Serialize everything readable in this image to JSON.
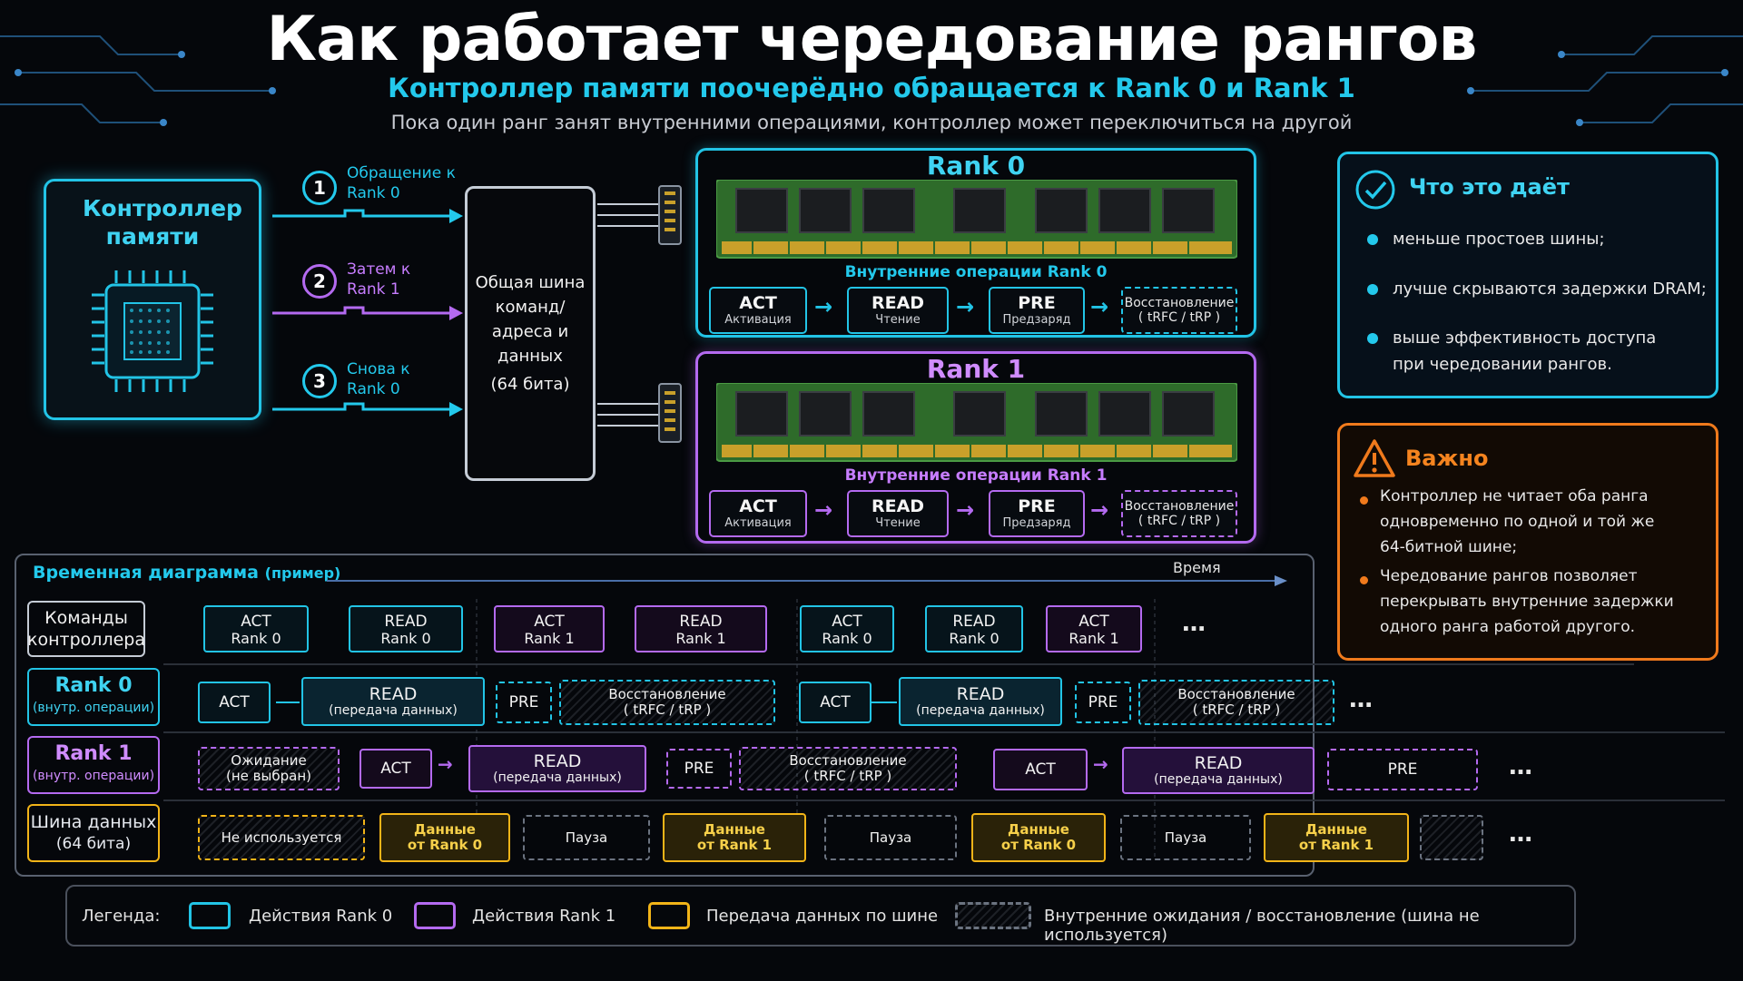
{
  "header": {
    "title": "Как работает чередование рангов",
    "subtitle": "Контроллер памяти поочерёдно обращается к Rank 0 и Rank 1",
    "tagline": "Пока один ранг занят внутренними операциями, контроллер может переключиться на другой"
  },
  "controller": {
    "label": "Контроллер памяти",
    "icon": "chip-icon"
  },
  "steps": [
    {
      "num": "1",
      "label": "Обращение к Rank 0",
      "color": "#23c9ec"
    },
    {
      "num": "2",
      "label": "Затем к Rank 1",
      "color": "#c77dff"
    },
    {
      "num": "3",
      "label": "Снова к Rank 0",
      "color": "#23c9ec"
    }
  ],
  "bus": {
    "label": "Общая шина команд/адреса и данных",
    "width": "(64 бита)"
  },
  "ranks": [
    {
      "title": "Rank 0",
      "color": "#22c4e6",
      "caption": "Внутренние операции Rank 0",
      "ops": [
        {
          "main": "ACT",
          "sub": "Активация"
        },
        {
          "main": "READ",
          "sub": "Чтение"
        },
        {
          "main": "PRE",
          "sub": "Предзаряд"
        },
        {
          "main": "Восстановление",
          "sub": "( tRFC / tRP )"
        }
      ]
    },
    {
      "title": "Rank 1",
      "color": "#b46af0",
      "caption": "Внутренние операции Rank 1",
      "ops": [
        {
          "main": "ACT",
          "sub": "Активация"
        },
        {
          "main": "READ",
          "sub": "Чтение"
        },
        {
          "main": "PRE",
          "sub": "Предзаряд"
        },
        {
          "main": "Восстановление",
          "sub": "( tRFC / tRP )"
        }
      ]
    }
  ],
  "benefits": {
    "title": "Что это даёт",
    "icon": "check-circle-icon",
    "items": [
      "меньше простоев шины;",
      "лучше скрываются задержки DRAM;",
      "выше эффективность доступа при чередовании рангов."
    ]
  },
  "important": {
    "title": "Важно",
    "icon": "warning-icon",
    "items": [
      "Контроллер не читает оба ранга одновременно по одной и той же 64-битной шине;",
      "Чередование рангов позволяет перекрывать внутренние задержки одного ранга работой другого."
    ]
  },
  "timing": {
    "title": "Временная диаграмма",
    "title_note": "(пример)",
    "time_label": "Время",
    "ellipsis": "…",
    "rows": [
      {
        "label": "Команды контроллера",
        "sub": ""
      },
      {
        "label": "Rank 0",
        "sub": "(внутр. операции)"
      },
      {
        "label": "Rank 1",
        "sub": "(внутр. операции)"
      },
      {
        "label": "Шина данных",
        "sub": "(64 бита)"
      }
    ],
    "commands": [
      {
        "main": "ACT",
        "sub": "Rank 0",
        "kind": "r0"
      },
      {
        "main": "READ",
        "sub": "Rank 0",
        "kind": "r0"
      },
      {
        "main": "ACT",
        "sub": "Rank 1",
        "kind": "r1"
      },
      {
        "main": "READ",
        "sub": "Rank 1",
        "kind": "r1"
      },
      {
        "main": "ACT",
        "sub": "Rank 0",
        "kind": "r0"
      },
      {
        "main": "READ",
        "sub": "Rank 0",
        "kind": "r0"
      },
      {
        "main": "ACT",
        "sub": "Rank 1",
        "kind": "r1"
      }
    ],
    "rank0_ops": [
      {
        "main": "ACT",
        "sub": "",
        "kind": "r0"
      },
      {
        "main": "READ",
        "sub": "(передача данных)",
        "kind": "r0"
      },
      {
        "main": "PRE",
        "sub": "",
        "kind": "r0d"
      },
      {
        "main": "Восстановление",
        "sub": "( tRFC / tRP )",
        "kind": "r0h"
      },
      {
        "main": "ACT",
        "sub": "",
        "kind": "r0"
      },
      {
        "main": "READ",
        "sub": "(передача данных)",
        "kind": "r0"
      },
      {
        "main": "PRE",
        "sub": "",
        "kind": "r0d"
      },
      {
        "main": "Восстановление",
        "sub": "( tRFC / tRP )",
        "kind": "r0h"
      }
    ],
    "rank1_ops": [
      {
        "main": "Ожидание",
        "sub": "(не выбран)",
        "kind": "r1h"
      },
      {
        "main": "ACT",
        "sub": "",
        "kind": "r1"
      },
      {
        "main": "READ",
        "sub": "(передача данных)",
        "kind": "r1"
      },
      {
        "main": "PRE",
        "sub": "",
        "kind": "r1d"
      },
      {
        "main": "Восстановление",
        "sub": "( tRFC / tRP )",
        "kind": "r1h"
      },
      {
        "main": "ACT",
        "sub": "",
        "kind": "r1"
      },
      {
        "main": "READ",
        "sub": "(передача данных)",
        "kind": "r1"
      },
      {
        "main": "PRE",
        "sub": "",
        "kind": "r1d"
      }
    ],
    "bus_ops": [
      {
        "main": "Не используется",
        "sub": "",
        "kind": "yh"
      },
      {
        "main": "Данные",
        "sub": "от Rank 0",
        "kind": "y"
      },
      {
        "main": "Пауза",
        "sub": "",
        "kind": "gh"
      },
      {
        "main": "Данные",
        "sub": "от Rank 1",
        "kind": "y"
      },
      {
        "main": "Пауза",
        "sub": "",
        "kind": "gh"
      },
      {
        "main": "Данные",
        "sub": "от Rank 0",
        "kind": "y"
      },
      {
        "main": "Пауза",
        "sub": "",
        "kind": "gh"
      },
      {
        "main": "Данные",
        "sub": "от Rank 1",
        "kind": "y"
      },
      {
        "main": "",
        "sub": "",
        "kind": "gh"
      }
    ]
  },
  "legend": {
    "label": "Легенда:",
    "items": [
      {
        "text": "Действия Rank 0",
        "color": "#22c4e6"
      },
      {
        "text": "Действия Rank 1",
        "color": "#b46af0"
      },
      {
        "text": "Передача данных по шине",
        "color": "#f2b418"
      },
      {
        "text": "Внутренние ожидания / восстановление (шина не используется)",
        "color": "#6b7380"
      }
    ]
  }
}
